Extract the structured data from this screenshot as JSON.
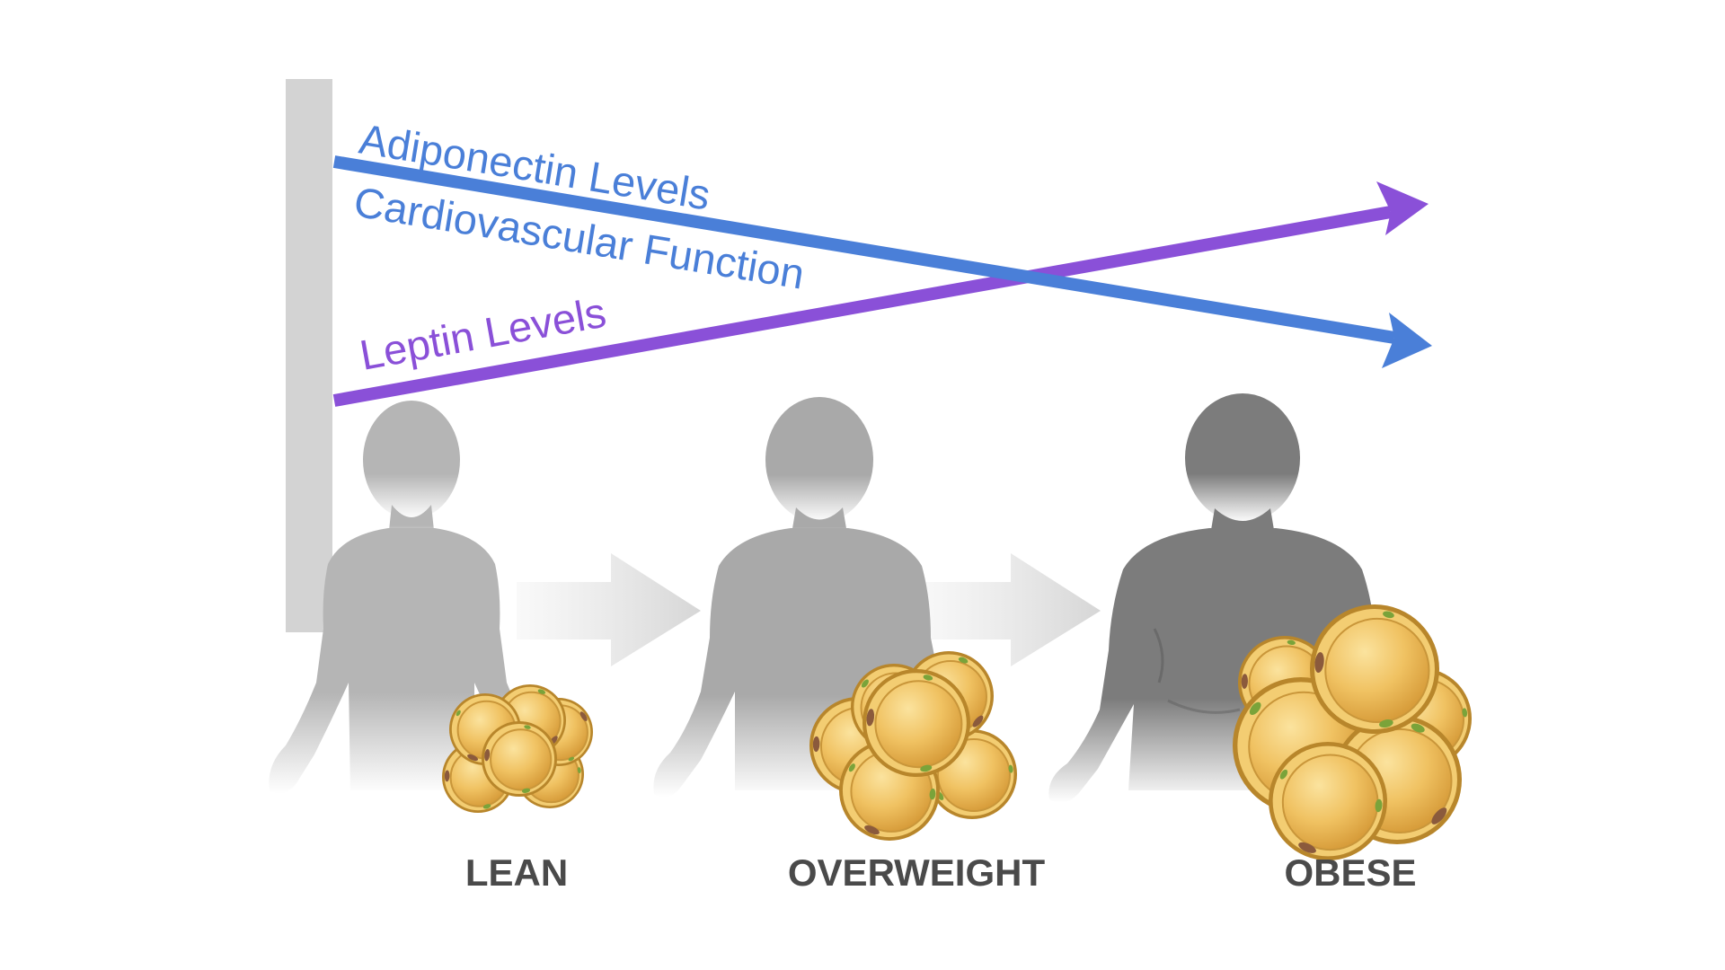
{
  "trends": [
    {
      "label": "Adiponectin Levels",
      "direction": "decreasing",
      "color": "#4a7fd8"
    },
    {
      "label": "Cardiovascular Function",
      "direction": "decreasing",
      "color": "#4a7fd8"
    },
    {
      "label": "Leptin Levels",
      "direction": "increasing",
      "color": "#8a50d8"
    }
  ],
  "stages": [
    {
      "label": "LEAN",
      "figure_color": "#b5b5b5"
    },
    {
      "label": "OVERWEIGHT",
      "figure_color": "#a9a9a9"
    },
    {
      "label": "OBESE",
      "figure_color": "#7c7c7c"
    }
  ],
  "colors": {
    "axis": "#d3d3d3",
    "progression_arrow": "#d6d6d6",
    "fat_cell_fill": "#eebe5e",
    "fat_cell_outline": "#b8862b",
    "cell_organelle_green": "#7aa33a",
    "cell_nucleus_brown": "#8b5a3c"
  }
}
